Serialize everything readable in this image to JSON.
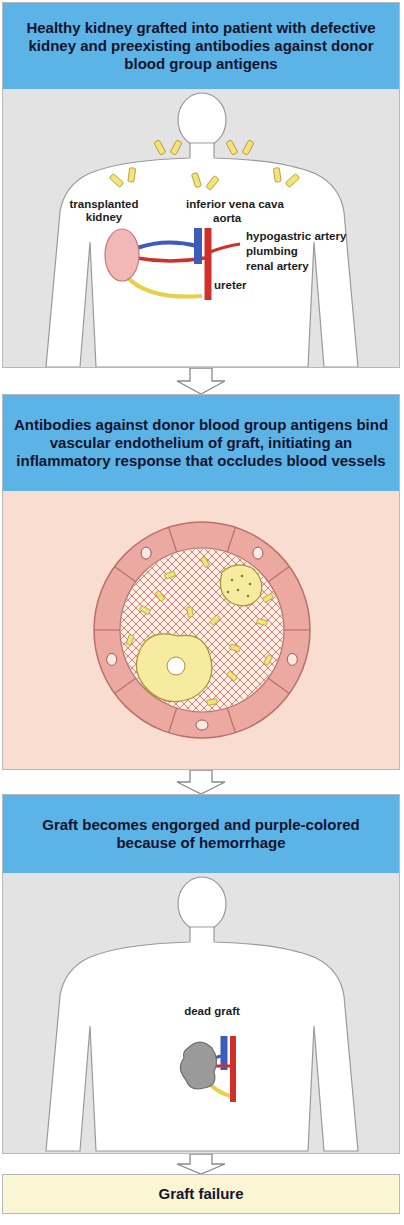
{
  "diagram": {
    "nodes": [
      {
        "text": [
          "Healthy kidney grafted into patient with defective kidney and preexisting antibodies against donor blood group antigens"
        ]
      },
      {
        "text": [
          "Antibodies against donor blood group antigens bind vascular endothelium of graft, initiating an inflammatory response that occludes blood vessels"
        ]
      },
      {
        "text": [
          "Graft becomes engorged and purple-colored because of hemorrhage"
        ]
      },
      {
        "text": [
          "Graft failure"
        ]
      }
    ],
    "edges": [
      {
        "from": 0,
        "to": 1,
        "arrow": "to"
      },
      {
        "from": 1,
        "to": 2,
        "arrow": "to"
      },
      {
        "from": 2,
        "to": 3,
        "arrow": "to"
      }
    ],
    "labels": [
      "transplanted kidney",
      "inferior vena cava",
      "aorta",
      "hypogastric artery",
      "plumbing",
      "renal artery",
      "ureter",
      "dead graft"
    ]
  }
}
